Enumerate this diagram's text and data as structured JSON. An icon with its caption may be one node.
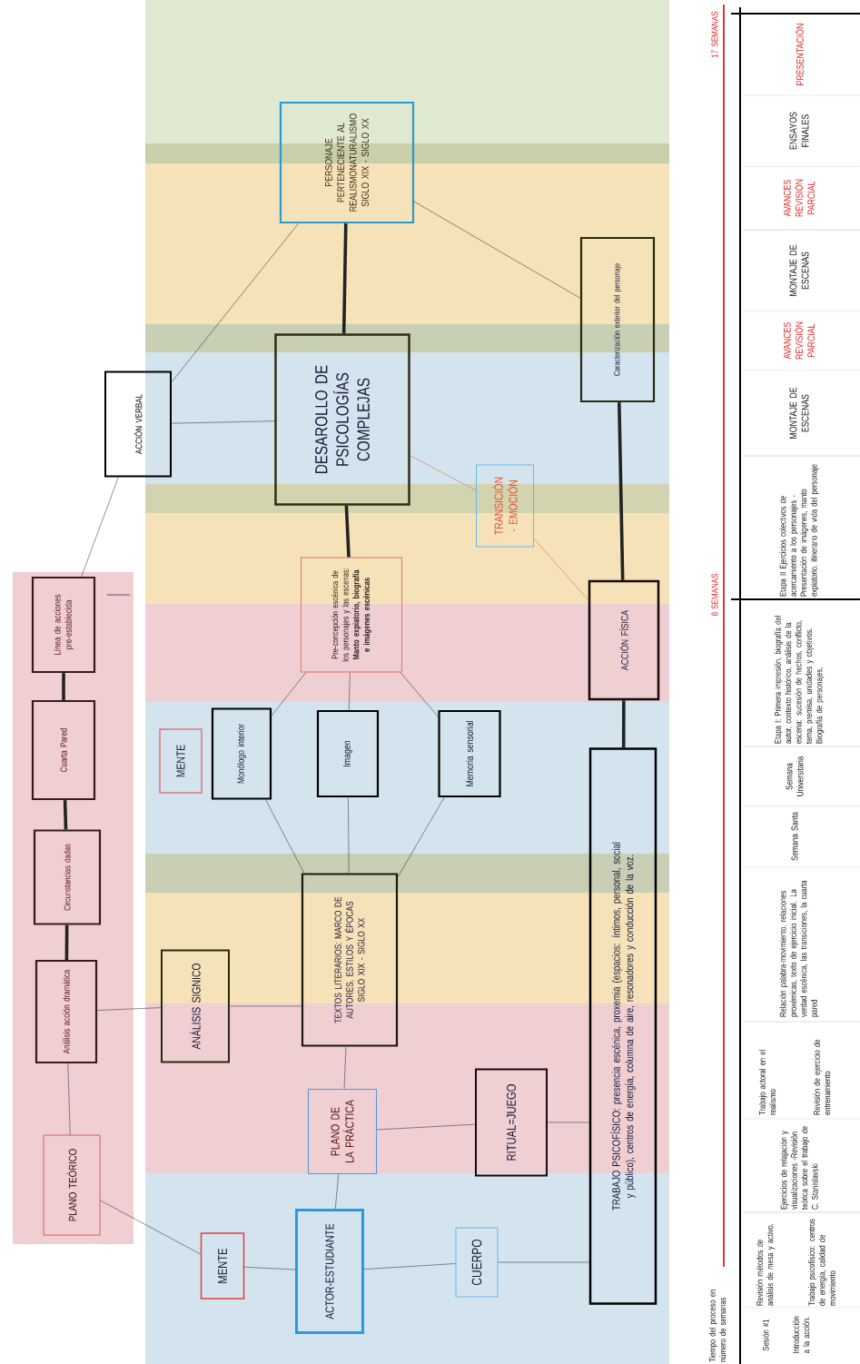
{
  "diagram": {
    "nodes": [
      {
        "text": [
          "PLANO TEÓRICO"
        ]
      },
      {
        "text": [
          "Análisis acción dramática"
        ]
      },
      {
        "text": [
          "Circunstancias dadas"
        ]
      },
      {
        "text": [
          "Cuarta Pared"
        ]
      },
      {
        "text": [
          "Línea de acciones pre-establecida"
        ]
      },
      {
        "text": [
          "ACCIÓN VERBAL"
        ]
      },
      {
        "text": [
          "MENTE"
        ]
      },
      {
        "text": [
          "ACTOR-ESTUDIANTE"
        ]
      },
      {
        "text": [
          "CUERPO"
        ]
      },
      {
        "text": [
          "TRABAJO PSICOFÍSICO: presencia escénica, proxemia (espacios: íntimos, personal, social y público), centros de energía, columna de aire, resonadores y conducción de la voz."
        ]
      },
      {
        "text": [
          "PLANO DE LA PRÁCTICA"
        ]
      },
      {
        "text": [
          "RITUAL=JUEGO"
        ]
      },
      {
        "text": [
          "ANÁLISIS SIGNICO"
        ]
      },
      {
        "text": [
          "TEXTOS LITERARIOS: MARCO DE AUTORES, ESTILOS Y ÉPOCAS",
          "SIGLO XIX - SIGLO XX"
        ]
      },
      {
        "text": [
          "MENTE"
        ]
      },
      {
        "text": [
          "Monólogo interior"
        ]
      },
      {
        "text": [
          "Imagen"
        ]
      },
      {
        "text": [
          "Memoria sensorial"
        ]
      },
      {
        "text": [
          "Pre-concepción escénica de los personajes y las escenas: **Manto expiatorio, biografía e imágenes escénicas**"
        ]
      },
      {
        "text": [
          "DESAROLLO DE PSICOLOGÍAS COMPLEJAS"
        ]
      },
      {
        "text": [
          "PERSONAJE PERTENECIENTE AL REALISMONATURALISMO",
          "SIGLO XIX - SIGLO XX"
        ]
      },
      {
        "text": [
          "TRANSICIÓN - EMOCIÓN"
        ]
      },
      {
        "text": [
          "ACCIÓN FÍSICA"
        ]
      },
      {
        "text": [
          "Caracterización exterior del personaje"
        ]
      }
    ],
    "edges": [
      {
        "from": 0,
        "to": 1,
        "arrow": "none"
      },
      {
        "from": 1,
        "to": 2,
        "arrow": "none",
        "style": "thick"
      },
      {
        "from": 2,
        "to": 3,
        "arrow": "none",
        "style": "thick"
      },
      {
        "from": 3,
        "to": 4,
        "arrow": "none",
        "style": "thick"
      },
      {
        "from": 4,
        "to": 5,
        "arrow": "none"
      },
      {
        "from": 5,
        "to": 20,
        "arrow": "none"
      },
      {
        "from": 5,
        "to": 19,
        "arrow": "none"
      },
      {
        "from": 0,
        "to": 6,
        "arrow": "none"
      },
      {
        "from": 6,
        "to": 7,
        "arrow": "none"
      },
      {
        "from": 7,
        "to": 8,
        "arrow": "none"
      },
      {
        "from": 8,
        "to": 9,
        "arrow": "none"
      },
      {
        "from": 7,
        "to": 10,
        "arrow": "none"
      },
      {
        "from": 10,
        "to": 11,
        "arrow": "none"
      },
      {
        "from": 11,
        "to": 9,
        "arrow": "none"
      },
      {
        "from": 10,
        "to": 13,
        "arrow": "none"
      },
      {
        "from": 1,
        "to": 12,
        "arrow": "none"
      },
      {
        "from": 12,
        "to": 13,
        "arrow": "none"
      },
      {
        "from": 13,
        "to": 15,
        "arrow": "none"
      },
      {
        "from": 13,
        "to": 16,
        "arrow": "none"
      },
      {
        "from": 13,
        "to": 17,
        "arrow": "none"
      },
      {
        "from": 15,
        "to": 18,
        "arrow": "none"
      },
      {
        "from": 16,
        "to": 18,
        "arrow": "none"
      },
      {
        "from": 17,
        "to": 18,
        "arrow": "none"
      },
      {
        "from": 18,
        "to": 19,
        "arrow": "none",
        "style": "thick"
      },
      {
        "from": 19,
        "to": 20,
        "arrow": "none",
        "style": "thick"
      },
      {
        "from": 19,
        "to": 21,
        "arrow": "none",
        "color": "#e05050"
      },
      {
        "from": 21,
        "to": 22,
        "arrow": "none",
        "color": "#e05050"
      },
      {
        "from": 22,
        "to": 23,
        "arrow": "none",
        "style": "thick"
      },
      {
        "from": 22,
        "to": 9,
        "arrow": "none",
        "style": "thick"
      },
      {
        "from": 20,
        "to": 23,
        "arrow": "none"
      }
    ],
    "labels": [
      "17 SEMANAS",
      "8 SEMANAS",
      "Tiempo del proceso en número de semanas",
      "Sesión #1",
      "Introducción a la acción.",
      "Revisión métodos de análisis de mesa y activo.",
      "Trabajo psicofísico: centros de energía, calidad de movimiento",
      "Ejercicios de relajación y visualizaciones -Revisión teórica sobre el trabajo de C. Stanislavski",
      "Trabajo actoral en el realismo",
      "Revisión de ejercicio de entrenamiento",
      "Relación palabra-movimiento, relaciones proxémicas, texto de ejercicio inicial. La verdad escénica, las transiciones, la cuarta pared",
      "Semana Santa",
      "Semana Universitaria",
      "Etapa I: Primera impresión, biografía del autor, contexto histórico, análisis de la escena: sucesión de hechos, conflicto, tema, premisa, unidades y objetivos. Biografía de personajes,",
      "Etapa II Ejercicios colectivos de acercamiento a los personajes -Presentación de imágenes, manto expiatorio, itinerario de vida del personaje",
      "MONTAJE DE ESCENAS",
      "AVANCES REVISIÓN PARCIAL",
      "MONTAJE DE ESCENAS",
      "AVANCES REVISIÓN PARCIAL",
      "ENSAYOS FINALES",
      "PRESENTACIÓN"
    ]
  }
}
